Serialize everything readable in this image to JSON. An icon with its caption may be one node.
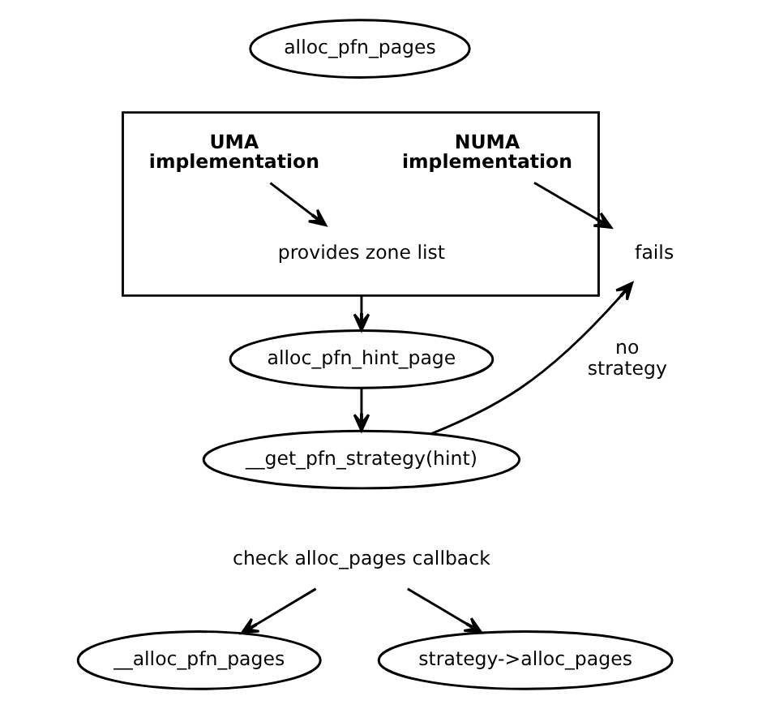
{
  "diagram": {
    "nodes": [
      {
        "text": [
          "alloc_pfn_pages"
        ]
      },
      {
        "text": [],
        "shape": "box"
      },
      {
        "text": [
          "NUMA implementation"
        ],
        "in": 1
      },
      {
        "text": [
          "UMA implementation"
        ],
        "in": 1
      },
      {
        "text": [
          "provides zone list"
        ],
        "in": 1
      },
      {
        "text": [
          "fails"
        ]
      },
      {
        "text": [
          "alloc_pfn_hint_page"
        ]
      },
      {
        "text": [
          "__get_pfn_strategy(hint)"
        ]
      },
      {
        "text": [
          "check alloc_pages callback"
        ]
      },
      {
        "text": [
          "__alloc_pfn_pages"
        ]
      },
      {
        "text": [
          "strategy->alloc_pages"
        ]
      }
    ],
    "edges": [
      {
        "from": 2,
        "to": 5,
        "arrow": "to"
      },
      {
        "from": 3,
        "to": 4,
        "arrow": "to"
      },
      {
        "from": 1,
        "to": 6,
        "arrow": "to"
      },
      {
        "from": 6,
        "to": 7,
        "arrow": "to"
      },
      {
        "from": 7,
        "to": 5,
        "arrow": "to",
        "label": "no strategy"
      },
      {
        "from": 8,
        "to": 9,
        "arrow": "to"
      },
      {
        "from": 8,
        "to": 10,
        "arrow": "to"
      }
    ]
  }
}
